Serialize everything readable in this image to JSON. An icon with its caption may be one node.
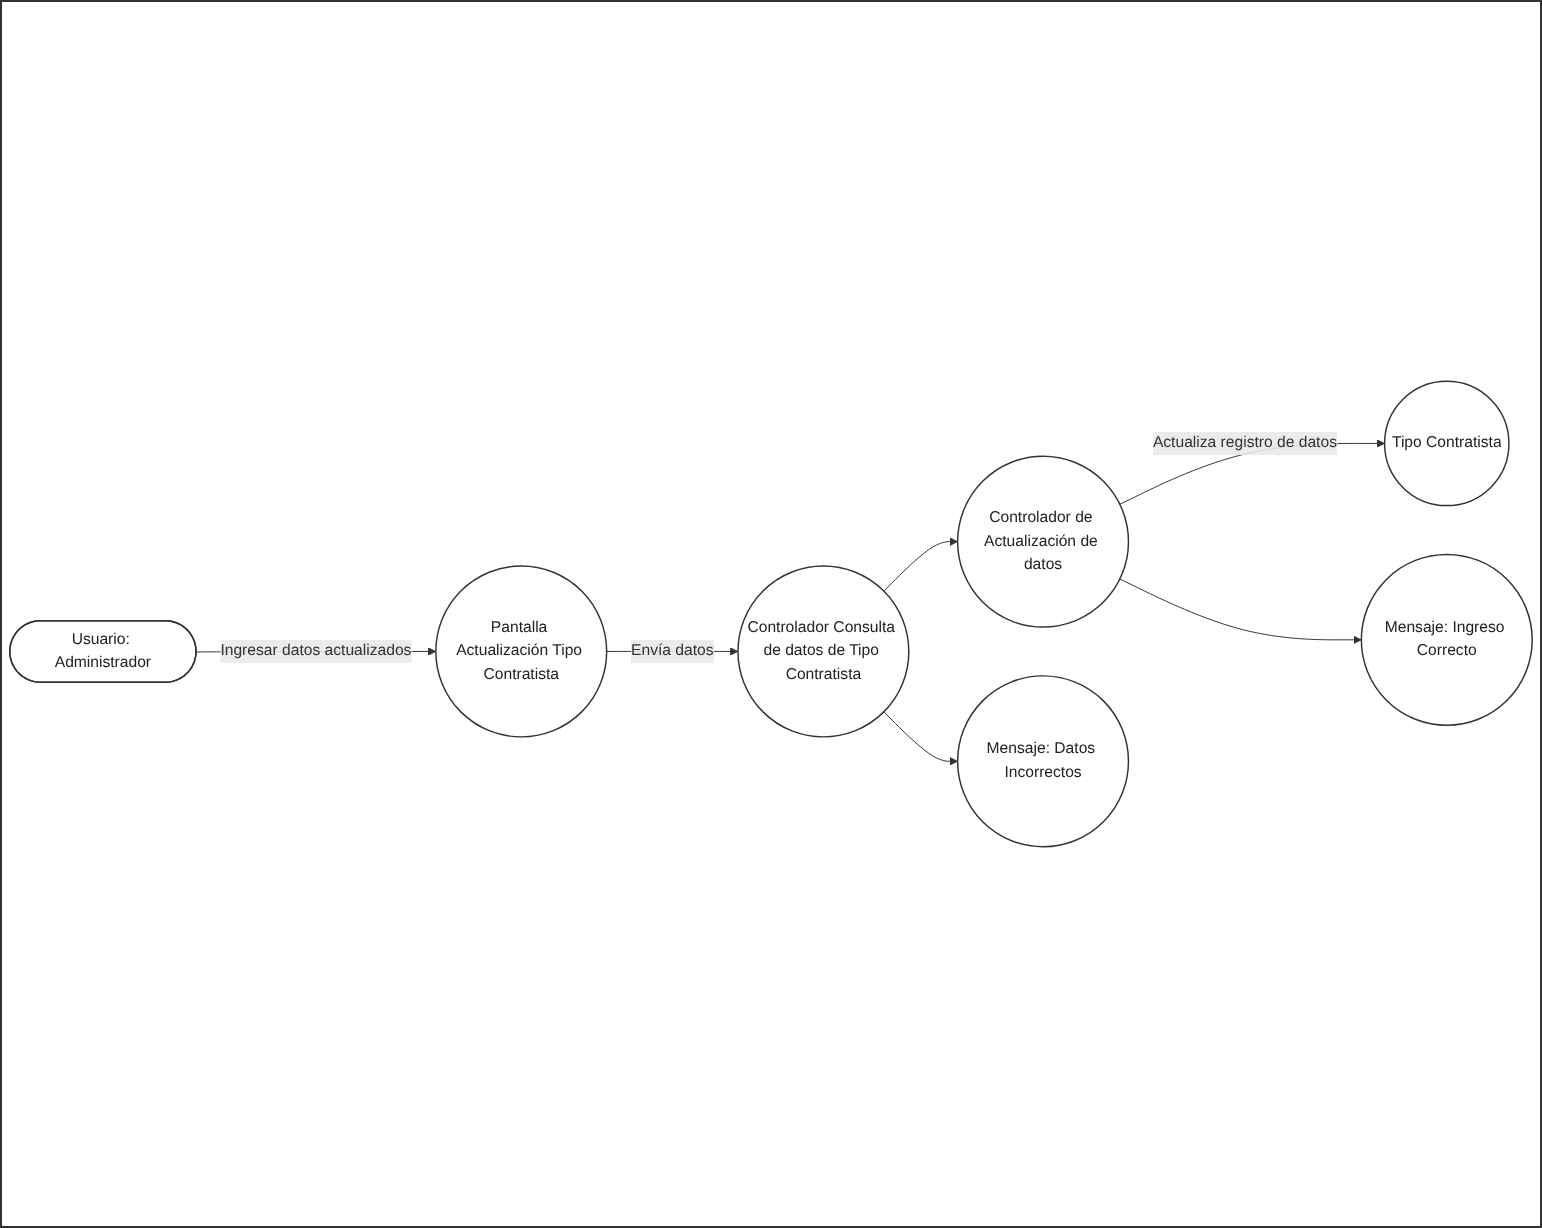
{
  "diagram": {
    "nodes": [
      {
        "text": [
          "Mensaje: Ingreso Correcto"
        ]
      },
      {
        "text": [
          "Usuario: Administrador"
        ]
      },
      {
        "text": [
          "Pantalla Actualización Tipo Contratista"
        ]
      },
      {
        "text": [
          "Controlador Consulta de datos de Tipo Contratista"
        ]
      },
      {
        "text": [
          "Controlador de Actualización de datos"
        ]
      },
      {
        "text": [
          "Tipo Contratista"
        ]
      },
      {
        "text": [
          "Mensaje: Datos Incorrectos"
        ]
      }
    ],
    "edges": [
      {
        "from": 1,
        "to": 2,
        "arrow": "to",
        "label": "Ingresar datos actualizados"
      },
      {
        "from": 2,
        "to": 3,
        "arrow": "to",
        "label": "Envía datos"
      },
      {
        "from": 3,
        "to": 4,
        "arrow": "to"
      },
      {
        "from": 4,
        "to": 5,
        "arrow": "to",
        "label": "Actualiza registro de datos"
      },
      {
        "from": 4,
        "to": 0,
        "arrow": "to"
      },
      {
        "from": 3,
        "to": 6,
        "arrow": "to"
      }
    ]
  }
}
